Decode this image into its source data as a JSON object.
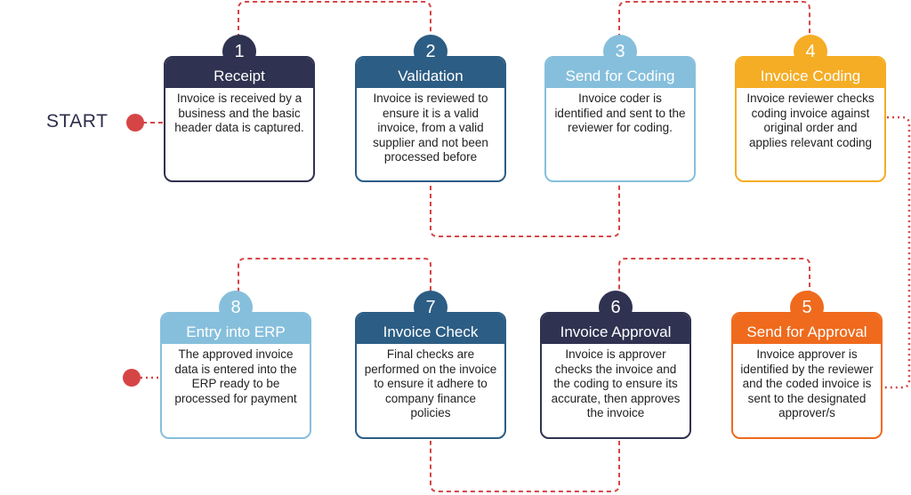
{
  "start_label": "START",
  "colors": {
    "navy": "#2f3250",
    "steel": "#2c5d84",
    "sky": "#86bfdc",
    "amber": "#f5ad25",
    "orange": "#ef6a1c",
    "connector": "#d64545"
  },
  "steps": [
    {
      "number": "1",
      "title": "Receipt",
      "text": "Invoice is received by a business and the basic header data is captured."
    },
    {
      "number": "2",
      "title": "Validation",
      "text": "Invoice is reviewed to ensure it is a valid invoice, from a valid supplier and not been processed before"
    },
    {
      "number": "3",
      "title": "Send for Coding",
      "text": "Invoice coder is identified and sent to the reviewer for coding."
    },
    {
      "number": "4",
      "title": "Invoice Coding",
      "text": "Invoice reviewer checks coding invoice against original order and applies relevant coding"
    },
    {
      "number": "5",
      "title": "Send for Approval",
      "text": "Invoice approver is identified by the reviewer and the coded invoice is sent to the designated approver/s"
    },
    {
      "number": "6",
      "title": "Invoice Approval",
      "text": "Invoice is approver checks the invoice and the coding to ensure its accurate, then approves the invoice"
    },
    {
      "number": "7",
      "title": "Invoice Check",
      "text": "Final checks are performed on the invoice to ensure it adhere to company finance policies"
    },
    {
      "number": "8",
      "title": "Entry into ERP",
      "text": "The approved invoice data is entered into the ERP ready to be processed for payment"
    }
  ]
}
